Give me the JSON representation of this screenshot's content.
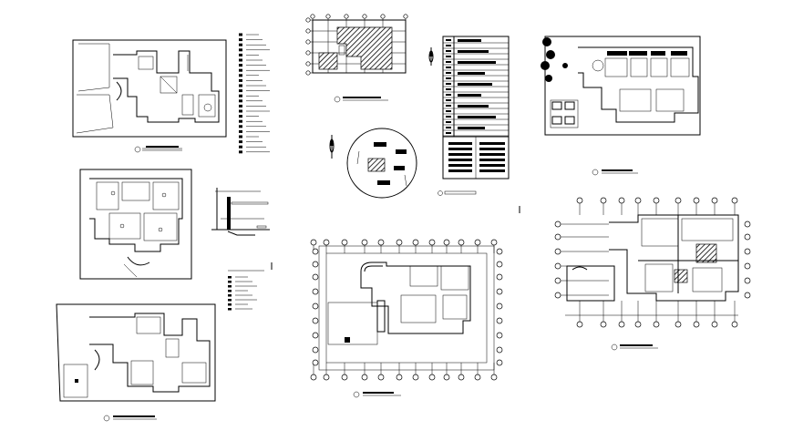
{
  "drawing_sheet": {
    "background": "#ffffff",
    "ink": "#000000",
    "views": [
      {
        "id": "site-layout-top-left"
      },
      {
        "id": "electrical-symbols-legend"
      },
      {
        "id": "site-plan-top-center"
      },
      {
        "id": "north-arrow"
      },
      {
        "id": "key-plan-circle"
      },
      {
        "id": "schedule-table"
      },
      {
        "id": "upper-floor-plan"
      },
      {
        "id": "ground-floor-plan-left"
      },
      {
        "id": "wall-section-detail"
      },
      {
        "id": "plumbing-legend"
      },
      {
        "id": "foundation-plan-center"
      },
      {
        "id": "first-floor-plan-right"
      },
      {
        "id": "site-layout-bottom-left"
      }
    ]
  }
}
